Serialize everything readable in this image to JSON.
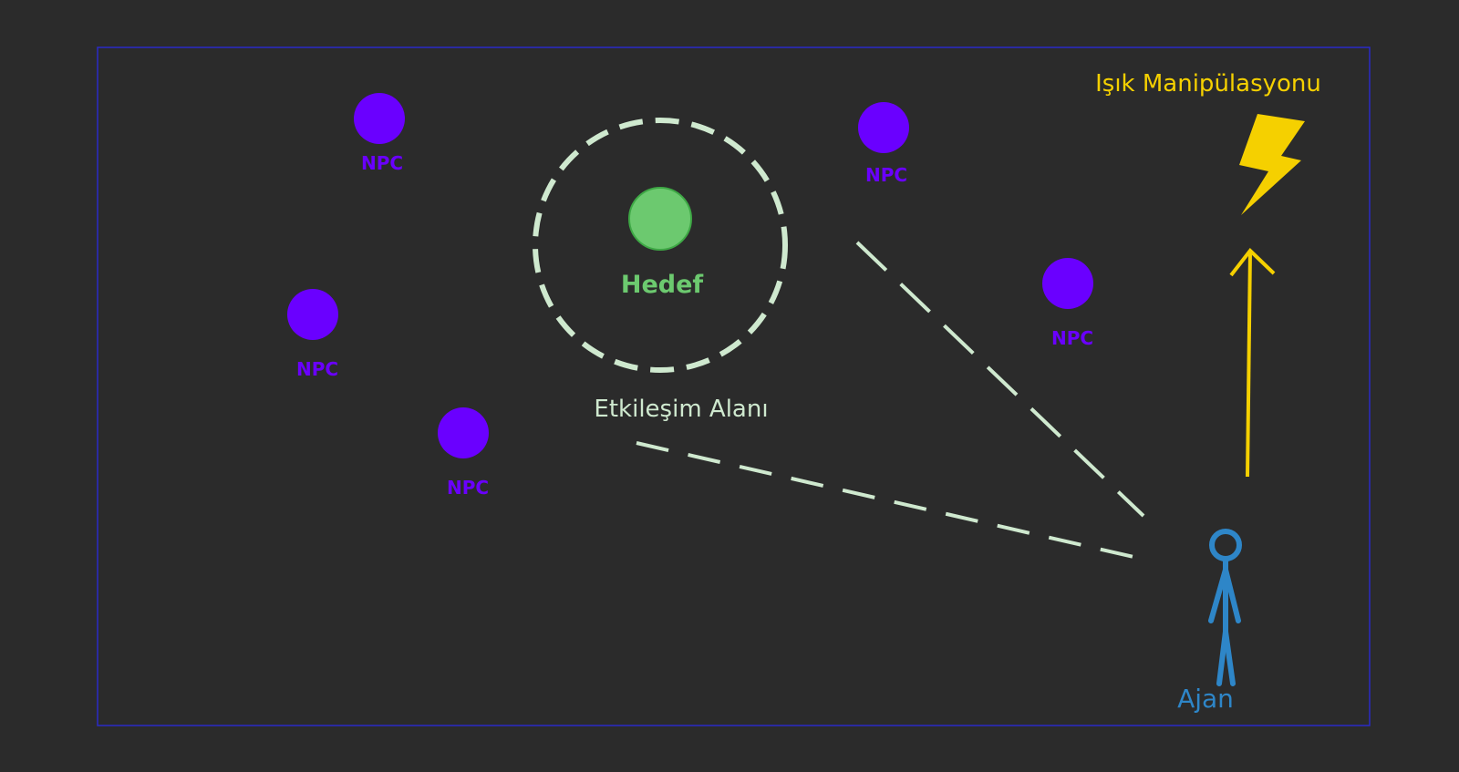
{
  "colors": {
    "background": "#2b2b2b",
    "frame": "#2a2ac8",
    "npc": "#6a00ff",
    "target_fill": "#6cc96f",
    "target_stroke": "#3ea845",
    "target_label": "#6cc96f",
    "dash": "#cfe9cf",
    "agent": "#2e86c8",
    "light": "#f5d000"
  },
  "npcs": [
    {
      "label": "NPC"
    },
    {
      "label": "NPC"
    },
    {
      "label": "NPC"
    },
    {
      "label": "NPC"
    },
    {
      "label": "NPC"
    }
  ],
  "target": {
    "label": "Hedef",
    "zone_label": "Etkileşim Alanı"
  },
  "agent": {
    "label": "Ajan",
    "icon": "stick-figure-icon"
  },
  "light": {
    "label": "Işık Manipülasyonu",
    "icon": "lightning-bolt-icon"
  }
}
